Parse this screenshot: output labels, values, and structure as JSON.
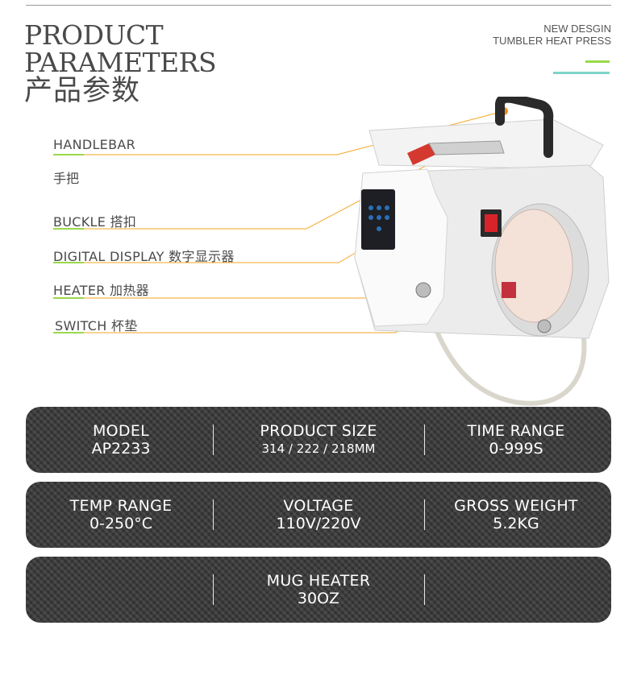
{
  "header": {
    "title_en": "PRODUCT\nPARAMETERS",
    "title_cn": "产品参数",
    "right_line1": "NEW DESGIN",
    "right_line2": "TUMBLER HEAT PRESS"
  },
  "colors": {
    "callout_line": "#f5a623",
    "callout_dot": "#f28c1e",
    "underline_green": "#9ad84a",
    "panel_bg": "#383838"
  },
  "callouts": [
    {
      "label": "HANDLEBAR",
      "sub": "手把"
    },
    {
      "label": "BUCKLE 搭扣"
    },
    {
      "label": "DIGITAL DISPLAY 数字显示器"
    },
    {
      "label": "HEATER 加热器"
    },
    {
      "label": "SWITCH  杯垫"
    }
  ],
  "params": {
    "row1": [
      {
        "title": "MODEL",
        "value": "AP2233"
      },
      {
        "title": "PRODUCT SIZE",
        "value": "314 / 222 / 218MM"
      },
      {
        "title": "TIME RANGE",
        "value": "0-999S"
      }
    ],
    "row2": [
      {
        "title": "TEMP RANGE",
        "value": "0-250°C"
      },
      {
        "title": "VOLTAGE",
        "value": "110V/220V"
      },
      {
        "title": "GROSS WEIGHT",
        "value": "5.2KG"
      }
    ],
    "row3": [
      {
        "title": "MUG HEATER",
        "value": "30OZ"
      }
    ]
  }
}
